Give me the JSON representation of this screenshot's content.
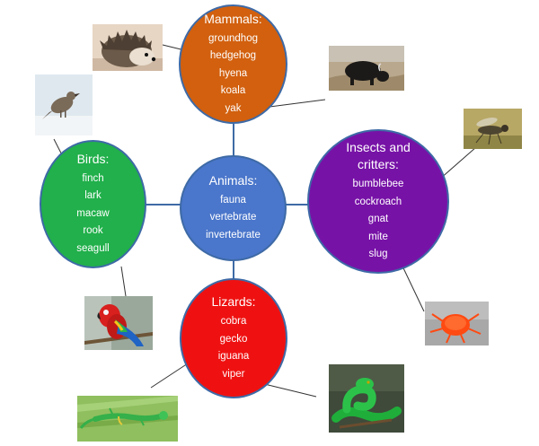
{
  "center": {
    "title": "Animals:",
    "items": [
      "fauna",
      "vertebrate",
      "invertebrate"
    ]
  },
  "mammals": {
    "title": "Mammals:",
    "items": [
      "groundhog",
      "hedgehog",
      "hyena",
      "koala",
      "yak"
    ]
  },
  "birds": {
    "title": "Birds:",
    "items": [
      "finch",
      "lark",
      "macaw",
      "rook",
      "seagull"
    ]
  },
  "insects": {
    "title_lines": [
      "Insects and",
      "critters:"
    ],
    "items": [
      "bumblebee",
      "cockroach",
      "gnat",
      "mite",
      "slug"
    ]
  },
  "lizards": {
    "title": "Lizards:",
    "items": [
      "cobra",
      "gecko",
      "iguana",
      "viper"
    ]
  },
  "colors": {
    "center": "#4a76cb",
    "mammals": "#d2600e",
    "birds": "#21b04b",
    "insects": "#7712a7",
    "lizards": "#ef1111",
    "connector": "#3e6aa6",
    "pointer": "#333333"
  },
  "photos": [
    "hedgehog",
    "yak",
    "lark",
    "gnat",
    "macaw",
    "mite",
    "gecko",
    "viper"
  ]
}
